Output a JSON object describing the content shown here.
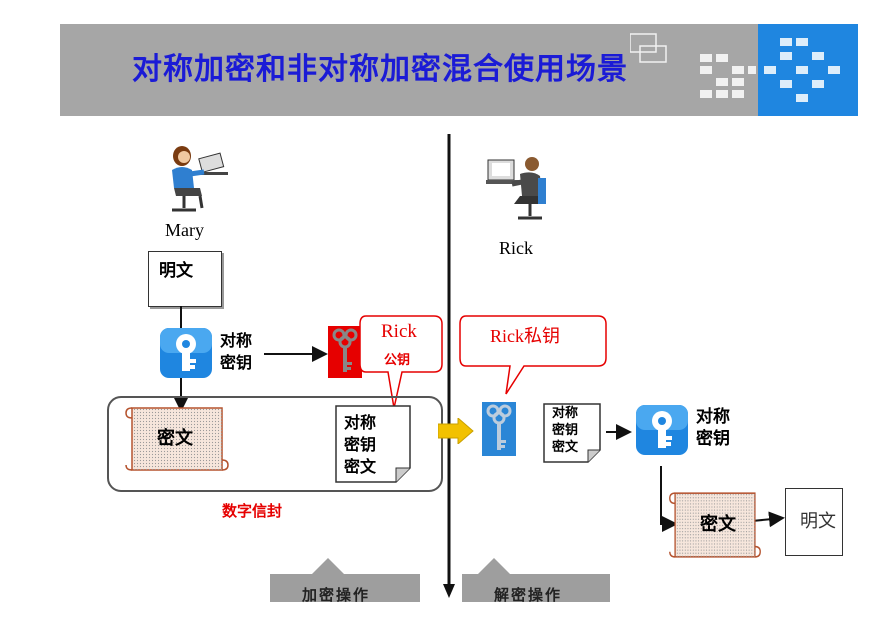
{
  "title": "对称加密和非对称加密混合使用场景",
  "mary": {
    "name": "Mary"
  },
  "rick": {
    "name": "Rick"
  },
  "encrypt": {
    "plaintext": "明文",
    "sym_key": [
      "对称",
      "密钥"
    ],
    "rick_pubkey_bubble": [
      "Rick",
      "公钥"
    ],
    "ciphertext": "密文",
    "enc_key_doc": [
      "对称",
      "密钥",
      "密文"
    ],
    "envelope_label": "数字信封",
    "operation": "加密操作"
  },
  "decrypt": {
    "rick_privkey_bubble": "Rick私钥",
    "enc_key_doc": [
      "对称",
      "密钥",
      "密文"
    ],
    "sym_key": [
      "对称",
      "密钥"
    ],
    "ciphertext": "密文",
    "plaintext": "明文",
    "operation": "解密操作"
  },
  "colors": {
    "title": "#1b1bd6",
    "title_bar": "#a6a6a6",
    "accent_blue": "#1f86e0",
    "red": "#e60000",
    "arrow_yellow": "#f2c100"
  }
}
